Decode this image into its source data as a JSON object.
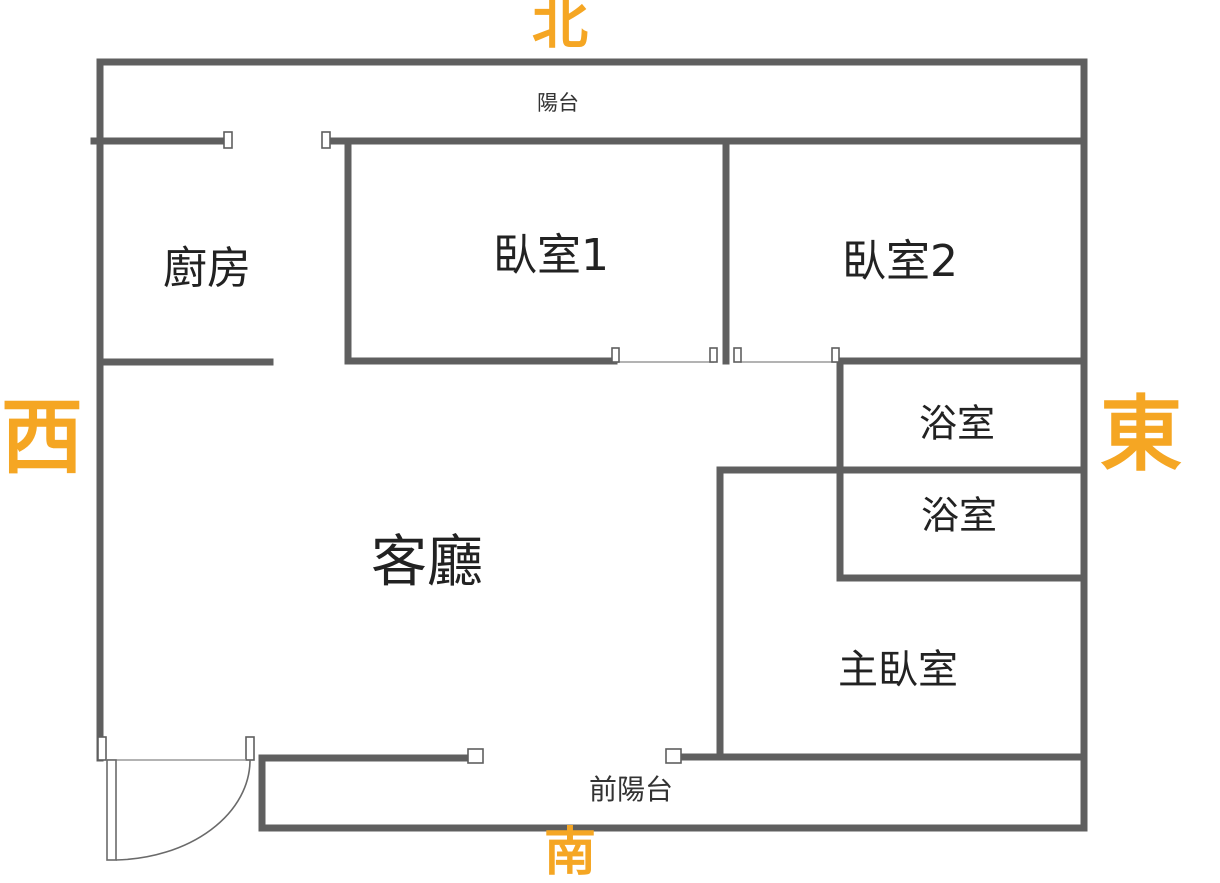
{
  "directions": {
    "north": "北",
    "south": "南",
    "west": "西",
    "east": "東"
  },
  "rooms": {
    "balcony": "陽台",
    "kitchen": "廚房",
    "bedroom1": "臥室1",
    "bedroom2": "臥室2",
    "bathroom1": "浴室",
    "bathroom2": "浴室",
    "living_room": "客廳",
    "master_bedroom": "主臥室",
    "front_balcony": "前陽台"
  },
  "colors": {
    "direction_accent": "#f5a623",
    "wall": "#5f5f5f",
    "text": "#222222"
  }
}
